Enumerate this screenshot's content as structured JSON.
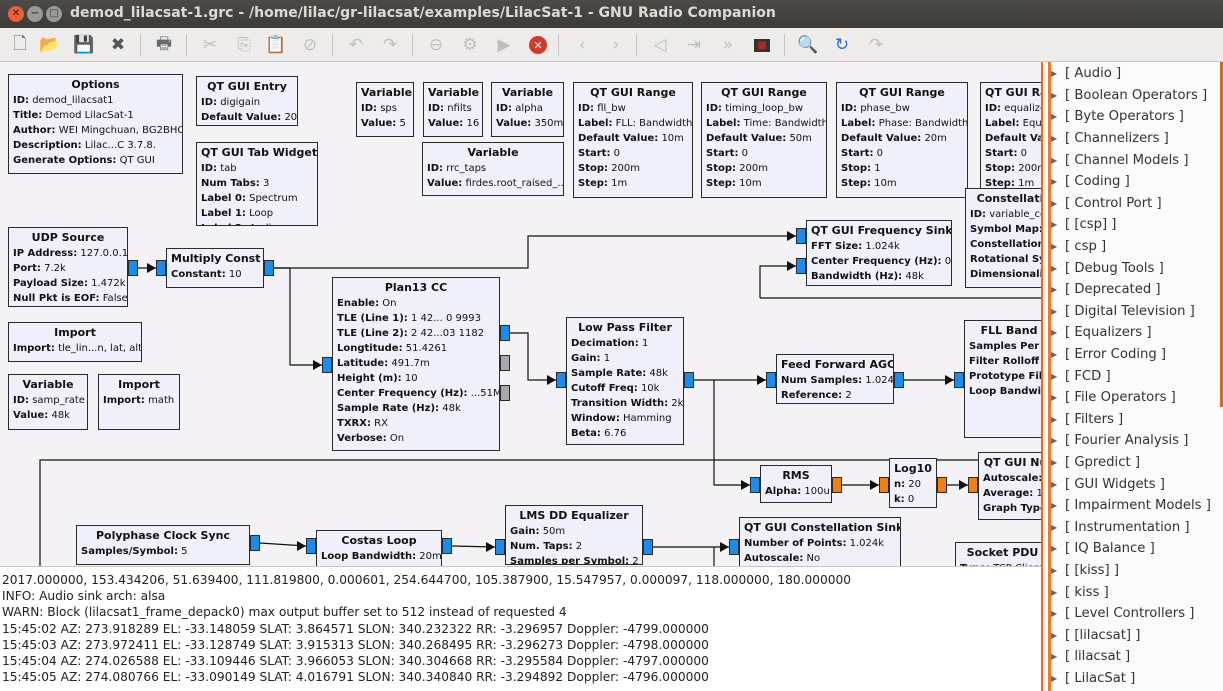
{
  "window": {
    "title": "demod_lilacsat-1.grc - /home/lilac/gr-lilacsat/examples/LilacSat-1 - GNU Radio Companion"
  },
  "toolbar": {
    "icons": [
      "new-icon",
      "open-icon",
      "save-icon",
      "close-icon",
      "print-icon",
      "cut-icon",
      "copy-icon",
      "paste-icon",
      "delete-icon",
      "undo-icon",
      "redo-icon",
      "disable-icon",
      "generate-icon",
      "execute-icon",
      "kill-icon",
      "rotate-ccw-icon",
      "rotate-cw-icon",
      "enable-icon",
      "disable-block-icon",
      "bypass-icon",
      "error-icon",
      "find-icon",
      "reload-icon",
      "more-icon"
    ]
  },
  "blocks": [
    {
      "id": "options",
      "title": "Options",
      "props": [
        [
          "ID:",
          "demod_lilacsat1"
        ],
        [
          "Title:",
          "Demod LilacSat-1"
        ],
        [
          "Author:",
          "WEI Mingchuan, BG2BHC"
        ],
        [
          "Description:",
          "Lilac...C 3.7.8."
        ],
        [
          "Generate Options:",
          "QT GUI"
        ]
      ]
    },
    {
      "id": "qt-gui-entry",
      "title": "QT GUI Entry",
      "props": [
        [
          "ID:",
          "digigain"
        ],
        [
          "Default Value:",
          "20"
        ]
      ]
    },
    {
      "id": "qt-gui-tab-widget",
      "title": "QT GUI Tab Widget",
      "props": [
        [
          "ID:",
          "tab"
        ],
        [
          "Num Tabs:",
          "3"
        ],
        [
          "Label 0:",
          "Spectrum"
        ],
        [
          "Label 1:",
          "Loop"
        ],
        [
          "Label 2:",
          "Audio"
        ]
      ]
    },
    {
      "id": "variable-sps",
      "title": "Variable",
      "props": [
        [
          "ID:",
          "sps"
        ],
        [
          "Value:",
          "5"
        ]
      ]
    },
    {
      "id": "variable-nfilts",
      "title": "Variable",
      "props": [
        [
          "ID:",
          "nfilts"
        ],
        [
          "Value:",
          "16"
        ]
      ]
    },
    {
      "id": "variable-alpha",
      "title": "Variable",
      "props": [
        [
          "ID:",
          "alpha"
        ],
        [
          "Value:",
          "350m"
        ]
      ]
    },
    {
      "id": "variable-rrc",
      "title": "Variable",
      "props": [
        [
          "ID:",
          "rrc_taps"
        ],
        [
          "Value:",
          "firdes.root_raised_..."
        ]
      ]
    },
    {
      "id": "range-fll",
      "title": "QT GUI Range",
      "props": [
        [
          "ID:",
          "fll_bw"
        ],
        [
          "Label:",
          "FLL: Bandwidth"
        ],
        [
          "Default Value:",
          "10m"
        ],
        [
          "Start:",
          "0"
        ],
        [
          "Stop:",
          "200m"
        ],
        [
          "Step:",
          "1m"
        ]
      ]
    },
    {
      "id": "range-timing",
      "title": "QT GUI Range",
      "props": [
        [
          "ID:",
          "timing_loop_bw"
        ],
        [
          "Label:",
          "Time: Bandwidth"
        ],
        [
          "Default Value:",
          "50m"
        ],
        [
          "Start:",
          "0"
        ],
        [
          "Stop:",
          "200m"
        ],
        [
          "Step:",
          "10m"
        ]
      ]
    },
    {
      "id": "range-phase",
      "title": "QT GUI Range",
      "props": [
        [
          "ID:",
          "phase_bw"
        ],
        [
          "Label:",
          "Phase: Bandwidth"
        ],
        [
          "Default Value:",
          "20m"
        ],
        [
          "Start:",
          "0"
        ],
        [
          "Stop:",
          "1"
        ],
        [
          "Step:",
          "10m"
        ]
      ]
    },
    {
      "id": "range-eq",
      "title": "QT GUI Range",
      "props": [
        [
          "ID:",
          "equalize"
        ],
        [
          "Label:",
          "Equa"
        ],
        [
          "Default Value:",
          "Equa"
        ],
        [
          "Start:",
          "0"
        ],
        [
          "Stop:",
          "200m"
        ],
        [
          "Step:",
          "1m"
        ]
      ]
    },
    {
      "id": "constellation-obj",
      "title": "Constellati",
      "props": [
        [
          "ID:",
          "variable_co"
        ],
        [
          "Symbol Map:",
          ""
        ],
        [
          "Constellation",
          ""
        ],
        [
          "Rotational Sy",
          ""
        ],
        [
          "Dimensionalit",
          ""
        ]
      ]
    },
    {
      "id": "udp-source",
      "title": "UDP Source",
      "props": [
        [
          "IP Address:",
          "127.0.0.1"
        ],
        [
          "Port:",
          "7.2k"
        ],
        [
          "Payload Size:",
          "1.472k"
        ],
        [
          "Null Pkt is EOF:",
          "False"
        ]
      ]
    },
    {
      "id": "multiply-const",
      "title": "Multiply Const",
      "props": [
        [
          "Constant:",
          "10"
        ]
      ]
    },
    {
      "id": "freq-sink",
      "title": "QT GUI Frequency Sink",
      "props": [
        [
          "FFT Size:",
          "1.024k"
        ],
        [
          "Center Frequency (Hz):",
          "0"
        ],
        [
          "Bandwidth (Hz):",
          "48k"
        ]
      ]
    },
    {
      "id": "import-tle",
      "title": "Import",
      "props": [
        [
          "Import:",
          "tle_lin...n, lat, alt"
        ]
      ]
    },
    {
      "id": "variable-samp",
      "title": "Variable",
      "props": [
        [
          "ID:",
          "samp_rate"
        ],
        [
          "Value:",
          "48k"
        ]
      ]
    },
    {
      "id": "import-math",
      "title": "Import",
      "props": [
        [
          "Import:",
          "math"
        ]
      ]
    },
    {
      "id": "plan13",
      "title": "Plan13 CC",
      "props": [
        [
          "Enable:",
          "On"
        ],
        [
          "TLE (Line 1):",
          "1 42... 0  9993"
        ],
        [
          "TLE (Line 2):",
          "2 42...03  1182"
        ],
        [
          "Longtitude:",
          "51.4261"
        ],
        [
          "Latitude:",
          "491.7m"
        ],
        [
          "Height (m):",
          "10"
        ],
        [
          "Center Frequency (Hz):",
          "...51M"
        ],
        [
          "Sample Rate (Hz):",
          "48k"
        ],
        [
          "TXRX:",
          "RX"
        ],
        [
          "Verbose:",
          "On"
        ]
      ]
    },
    {
      "id": "lpf",
      "title": "Low Pass Filter",
      "props": [
        [
          "Decimation:",
          "1"
        ],
        [
          "Gain:",
          "1"
        ],
        [
          "Sample Rate:",
          "48k"
        ],
        [
          "Cutoff Freq:",
          "10k"
        ],
        [
          "Transition Width:",
          "2k"
        ],
        [
          "Window:",
          "Hamming"
        ],
        [
          "Beta:",
          "6.76"
        ]
      ]
    },
    {
      "id": "agc",
      "title": "Feed Forward AGC",
      "props": [
        [
          "Num Samples:",
          "1.024k"
        ],
        [
          "Reference:",
          "2"
        ]
      ]
    },
    {
      "id": "fll",
      "title": "FLL Band",
      "props": [
        [
          "Samples Per S",
          ""
        ],
        [
          "Filter Rolloff F",
          ""
        ],
        [
          "Prototype Filt",
          ""
        ],
        [
          "Loop Bandwid",
          ""
        ]
      ]
    },
    {
      "id": "rms",
      "title": "RMS",
      "props": [
        [
          "Alpha:",
          "100u"
        ]
      ]
    },
    {
      "id": "log10",
      "title": "Log10",
      "props": [
        [
          "n:",
          "20"
        ],
        [
          "k:",
          "0"
        ]
      ]
    },
    {
      "id": "qt-num",
      "title": "QT GUI Nu",
      "props": [
        [
          "Autoscale:",
          ""
        ],
        [
          "Average:",
          "1"
        ],
        [
          "Graph Type",
          ""
        ]
      ]
    },
    {
      "id": "pfb-clock",
      "title": "Polyphase Clock Sync",
      "props": [
        [
          "Samples/Symbol:",
          "5"
        ]
      ]
    },
    {
      "id": "costas",
      "title": "Costas Loop",
      "props": [
        [
          "Loop Bandwidth:",
          "20m"
        ]
      ]
    },
    {
      "id": "lms",
      "title": "LMS DD Equalizer",
      "props": [
        [
          "Gain:",
          "50m"
        ],
        [
          "Num. Taps:",
          "2"
        ],
        [
          "Samples per Symbol:",
          "2"
        ]
      ]
    },
    {
      "id": "const-sink",
      "title": "QT GUI Constellation Sink",
      "props": [
        [
          "Number of Points:",
          "1.024k"
        ],
        [
          "Autoscale:",
          "No"
        ]
      ]
    },
    {
      "id": "socket-pdu",
      "title": "Socket PDU",
      "props": [
        [
          "Type:",
          "TCP Client"
        ]
      ]
    }
  ],
  "console": {
    "lines": [
      "2017.000000, 153.434206, 51.639400, 111.819800, 0.000601, 254.644700, 105.387900, 15.547957, 0.000097, 118.000000, 180.000000",
      "INFO: Audio sink arch: alsa",
      "WARN: Block (lilacsat1_frame_depack0) max output buffer set to 512 instead of requested 4",
      "15:45:02 AZ: 273.918289 EL: -33.148059 SLAT: 3.864571 SLON: 340.232322 RR: -3.296957 Doppler: -4799.000000",
      "15:45:03 AZ: 273.972411 EL: -33.128749 SLAT: 3.915313 SLON: 340.268495 RR: -3.296273 Doppler: -4798.000000",
      "15:45:04 AZ: 274.026588 EL: -33.109446 SLAT: 3.966053 SLON: 340.304668 RR: -3.295584 Doppler: -4797.000000",
      "15:45:05 AZ: 274.080766 EL: -33.090149 SLAT: 4.016791 SLON: 340.340840 RR: -3.294892 Doppler: -4796.000000"
    ]
  },
  "library": {
    "categories": [
      "[ Audio ]",
      "[ Boolean Operators ]",
      "[ Byte Operators ]",
      "[ Channelizers ]",
      "[ Channel Models ]",
      "[ Coding ]",
      "[ Control Port ]",
      "[ [csp] ]",
      "[ csp ]",
      "[ Debug Tools ]",
      "[ Deprecated ]",
      "[ Digital Television ]",
      "[ Equalizers ]",
      "[ Error Coding ]",
      "[ FCD ]",
      "[ File Operators ]",
      "[ Filters ]",
      "[ Fourier Analysis ]",
      "[ Gpredict ]",
      "[ GUI Widgets ]",
      "[ Impairment Models ]",
      "[ Instrumentation ]",
      "[ IQ Balance ]",
      "[ [kiss] ]",
      "[ kiss ]",
      "[ Level Controllers ]",
      "[ [lilacsat] ]",
      "[ lilacsat ]",
      "[ LilacSat ]"
    ]
  }
}
